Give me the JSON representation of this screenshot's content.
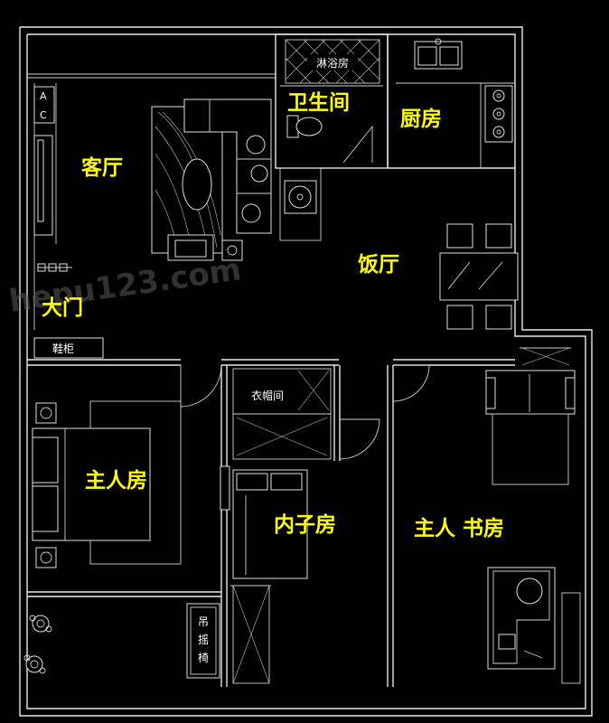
{
  "rooms": {
    "living": "客厅",
    "bathroom": "卫生间",
    "kitchen": "厨房",
    "dining": "饭厅",
    "entrance": "大门",
    "master_bedroom": "主人房",
    "second_bedroom": "内子房",
    "study": "主人 书房"
  },
  "fixtures": {
    "shower": "淋浴房",
    "shoe_cabinet": "鞋柜",
    "wardrobe": "衣帽间",
    "swing_chair": [
      "吊",
      "摇",
      "椅"
    ],
    "ac_a": "A",
    "ac_c": "C"
  },
  "watermark": "hepu123.com",
  "colors": {
    "label": "#ffff00",
    "line": "#e8e8e8",
    "background": "#000000"
  }
}
